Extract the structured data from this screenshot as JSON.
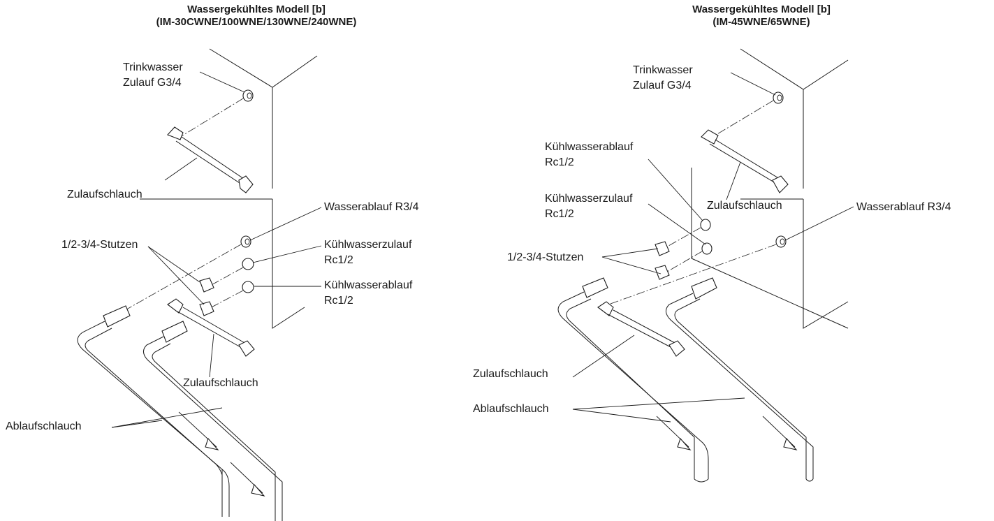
{
  "left": {
    "title_line1": "Wassergekühltes Modell [b]",
    "title_line2": "(IM-30CWNE/100WNE/130WNE/240WNE)",
    "labels": {
      "trinkwasser_1": "Trinkwasser",
      "trinkwasser_2": "Zulauf G3/4",
      "zulaufschlauch_top": "Zulaufschlauch",
      "wasserablauf": "Wasserablauf R3/4",
      "stutzen": "1/2-3/4-Stutzen",
      "kuehlzulauf_1": "Kühlwasserzulauf",
      "kuehlzulauf_2": "Rc1/2",
      "kuehlablauf_1": "Kühlwasserablauf",
      "kuehlablauf_2": "Rc1/2",
      "zulaufschlauch_bottom": "Zulaufschlauch",
      "ablaufschlauch": "Ablaufschlauch"
    }
  },
  "right": {
    "title_line1": "Wassergekühltes Modell [b]",
    "title_line2": "(IM-45WNE/65WNE)",
    "labels": {
      "trinkwasser_1": "Trinkwasser",
      "trinkwasser_2": "Zulauf G3/4",
      "kuehlablauf_1": "Kühlwasserablauf",
      "kuehlablauf_2": "Rc1/2",
      "kuehlzulauf_1": "Kühlwasserzulauf",
      "kuehlzulauf_2": "Rc1/2",
      "zulaufschlauch_top": "Zulaufschlauch",
      "wasserablauf": "Wasserablauf R3/4",
      "stutzen": "1/2-3/4-Stutzen",
      "zulaufschlauch_bottom": "Zulaufschlauch",
      "ablaufschlauch": "Ablaufschlauch"
    }
  }
}
